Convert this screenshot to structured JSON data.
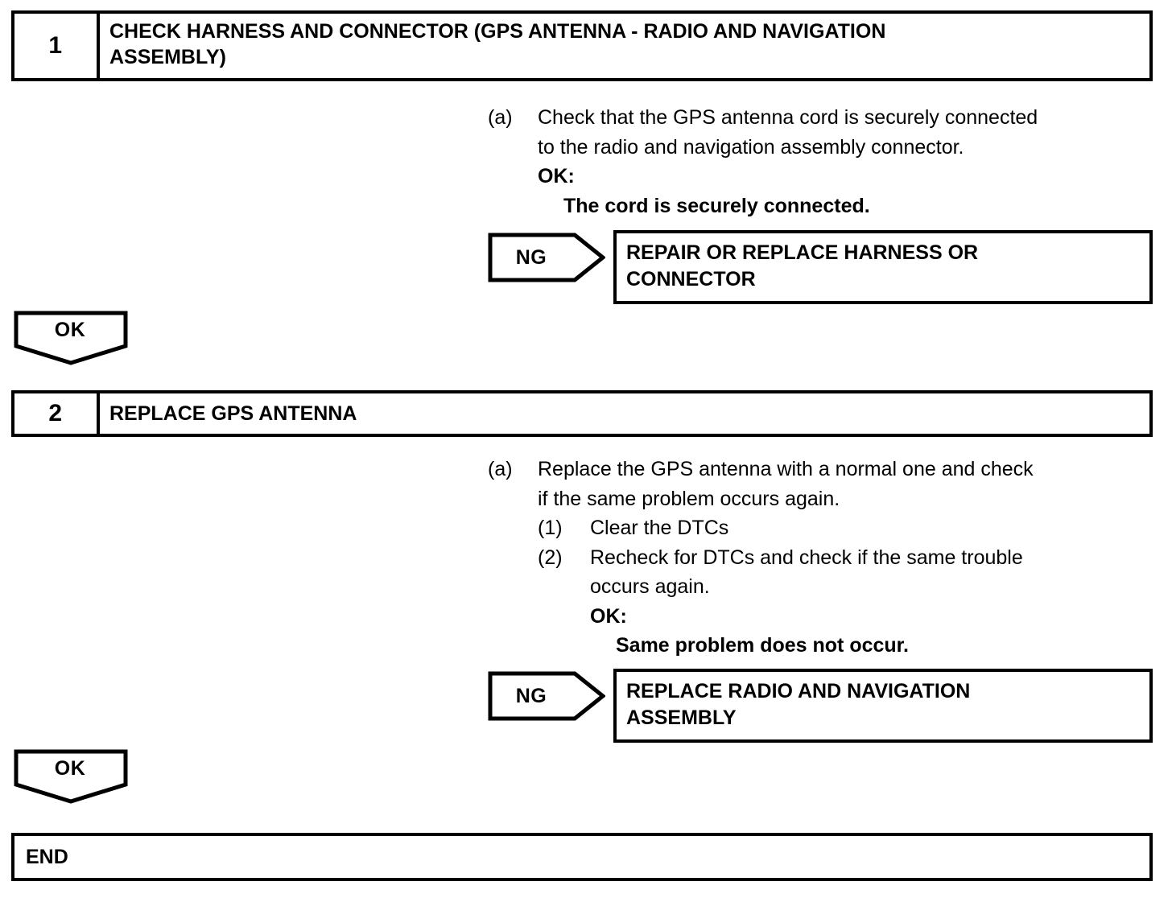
{
  "document": {
    "type": "diagnostic-troubleshooting-flowchart",
    "title": "GPS Antenna Diagnostic Procedure"
  },
  "steps": [
    {
      "number": "1",
      "title_line1": "CHECK HARNESS AND CONNECTOR (GPS ANTENNA - RADIO AND NAVIGATION",
      "title_line2": "ASSEMBLY)",
      "instructions": {
        "marker": "(a)",
        "line1": "Check that the GPS antenna cord is securely connected",
        "line2": "to the radio and navigation assembly connector.",
        "ok_label": "OK:",
        "ok_value": "The cord is securely connected."
      },
      "ng": {
        "label": "NG",
        "result_line1": "REPAIR OR REPLACE HARNESS OR",
        "result_line2": "CONNECTOR"
      },
      "ok_arrow_label": "OK"
    },
    {
      "number": "2",
      "title_line1": "REPLACE GPS ANTENNA",
      "title_line2": "",
      "instructions": {
        "marker": "(a)",
        "line1": "Replace the GPS antenna with a normal one and check",
        "line2": "if the same problem occurs again.",
        "substeps": [
          {
            "marker": "(1)",
            "text": "Clear the DTCs"
          },
          {
            "marker": "(2)",
            "line1": "Recheck for DTCs and check if the same trouble",
            "line2": "occurs again."
          }
        ],
        "ok_label": "OK:",
        "ok_value": "Same problem does not occur."
      },
      "ng": {
        "label": "NG",
        "result_line1": "REPLACE RADIO AND NAVIGATION",
        "result_line2": "ASSEMBLY"
      },
      "ok_arrow_label": "OK"
    }
  ],
  "end": {
    "label": "END"
  },
  "colors": {
    "line": "#000000",
    "background": "#ffffff",
    "text": "#000000"
  }
}
